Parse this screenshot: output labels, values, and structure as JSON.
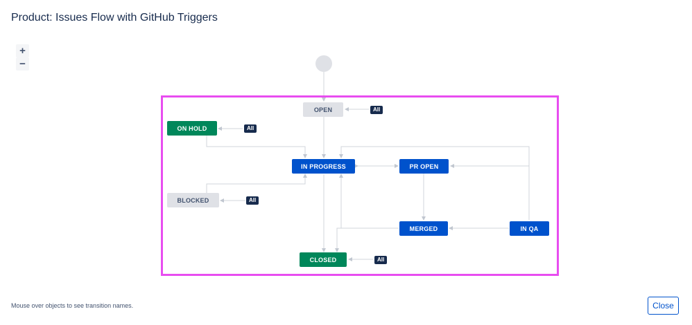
{
  "header": {
    "title": "Product: Issues Flow with GitHub Triggers"
  },
  "zoom": {
    "zoom_in": "+",
    "zoom_out": "−"
  },
  "diagram": {
    "nodes": {
      "open": {
        "label": "OPEN",
        "category": "todo"
      },
      "on_hold": {
        "label": "ON HOLD",
        "category": "done"
      },
      "in_progress": {
        "label": "IN PROGRESS",
        "category": "in-progress"
      },
      "pr_open": {
        "label": "PR OPEN",
        "category": "in-progress"
      },
      "blocked": {
        "label": "BLOCKED",
        "category": "todo"
      },
      "merged": {
        "label": "MERGED",
        "category": "in-progress"
      },
      "in_qa": {
        "label": "IN QA",
        "category": "in-progress"
      },
      "closed": {
        "label": "CLOSED",
        "category": "done"
      }
    },
    "global_transition_label": "All",
    "colors": {
      "todo": "#dfe1e6",
      "in_progress": "#0052cc",
      "done": "#00875a",
      "highlight": "#e84df0",
      "edge": "#c1c7d0"
    }
  },
  "footer": {
    "hint": "Mouse over objects to see transition names.",
    "close_label": "Close"
  }
}
